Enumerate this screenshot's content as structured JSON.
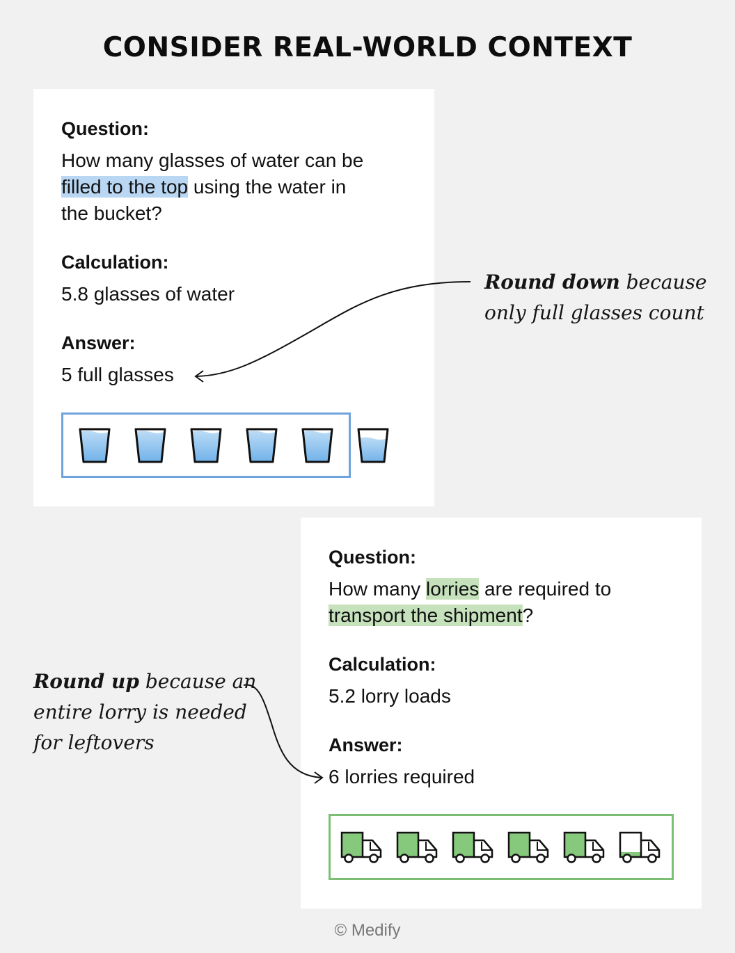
{
  "title": "CONSIDER REAL-WORLD CONTEXT",
  "card1": {
    "question_label": "Question:",
    "question_line1": "How many glasses of water can be",
    "question_highlight": "filled to the top",
    "question_line2_rest": " using the water in",
    "question_line3": "the bucket?",
    "calculation_label": "Calculation:",
    "calculation_value": "5.8 glasses of water",
    "answer_label": "Answer:",
    "answer_value": "5 full glasses",
    "glasses": [
      {
        "icon": "glass-icon",
        "fill": 1.0
      },
      {
        "icon": "glass-icon",
        "fill": 1.0
      },
      {
        "icon": "glass-icon",
        "fill": 1.0
      },
      {
        "icon": "glass-icon",
        "fill": 1.0
      },
      {
        "icon": "glass-icon",
        "fill": 1.0
      },
      {
        "icon": "glass-icon",
        "fill": 0.8
      }
    ],
    "note_bold": "Round down",
    "note_rest_line1": " because",
    "note_line2": "only full glasses count"
  },
  "card2": {
    "question_label": "Question:",
    "question_pre": "How many ",
    "question_highlight1": "lorries",
    "question_mid": " are required to",
    "question_highlight2": "transport the shipment",
    "question_end": "?",
    "calculation_label": "Calculation:",
    "calculation_value": "5.2 lorry loads",
    "answer_label": "Answer:",
    "answer_value": "6 lorries required",
    "lorries": [
      {
        "icon": "lorry-icon",
        "fill": 1.0
      },
      {
        "icon": "lorry-icon",
        "fill": 1.0
      },
      {
        "icon": "lorry-icon",
        "fill": 1.0
      },
      {
        "icon": "lorry-icon",
        "fill": 1.0
      },
      {
        "icon": "lorry-icon",
        "fill": 1.0
      },
      {
        "icon": "lorry-icon",
        "fill": 0.2
      }
    ],
    "note_bold": "Round up",
    "note_rest_line1": " because an",
    "note_line2": "entire lorry is needed",
    "note_line3": "for leftovers"
  },
  "colors": {
    "background": "#f1f1f1",
    "water": "#6aaee8",
    "water_light": "#bcdcf6",
    "glass_border": "#6ea3dc",
    "lorry_fill": "#86c87c",
    "lorry_border": "#7cbf74",
    "highlight_blue": "#b9d6f2",
    "highlight_green": "#c6e2bc"
  },
  "footer": "© Medify"
}
